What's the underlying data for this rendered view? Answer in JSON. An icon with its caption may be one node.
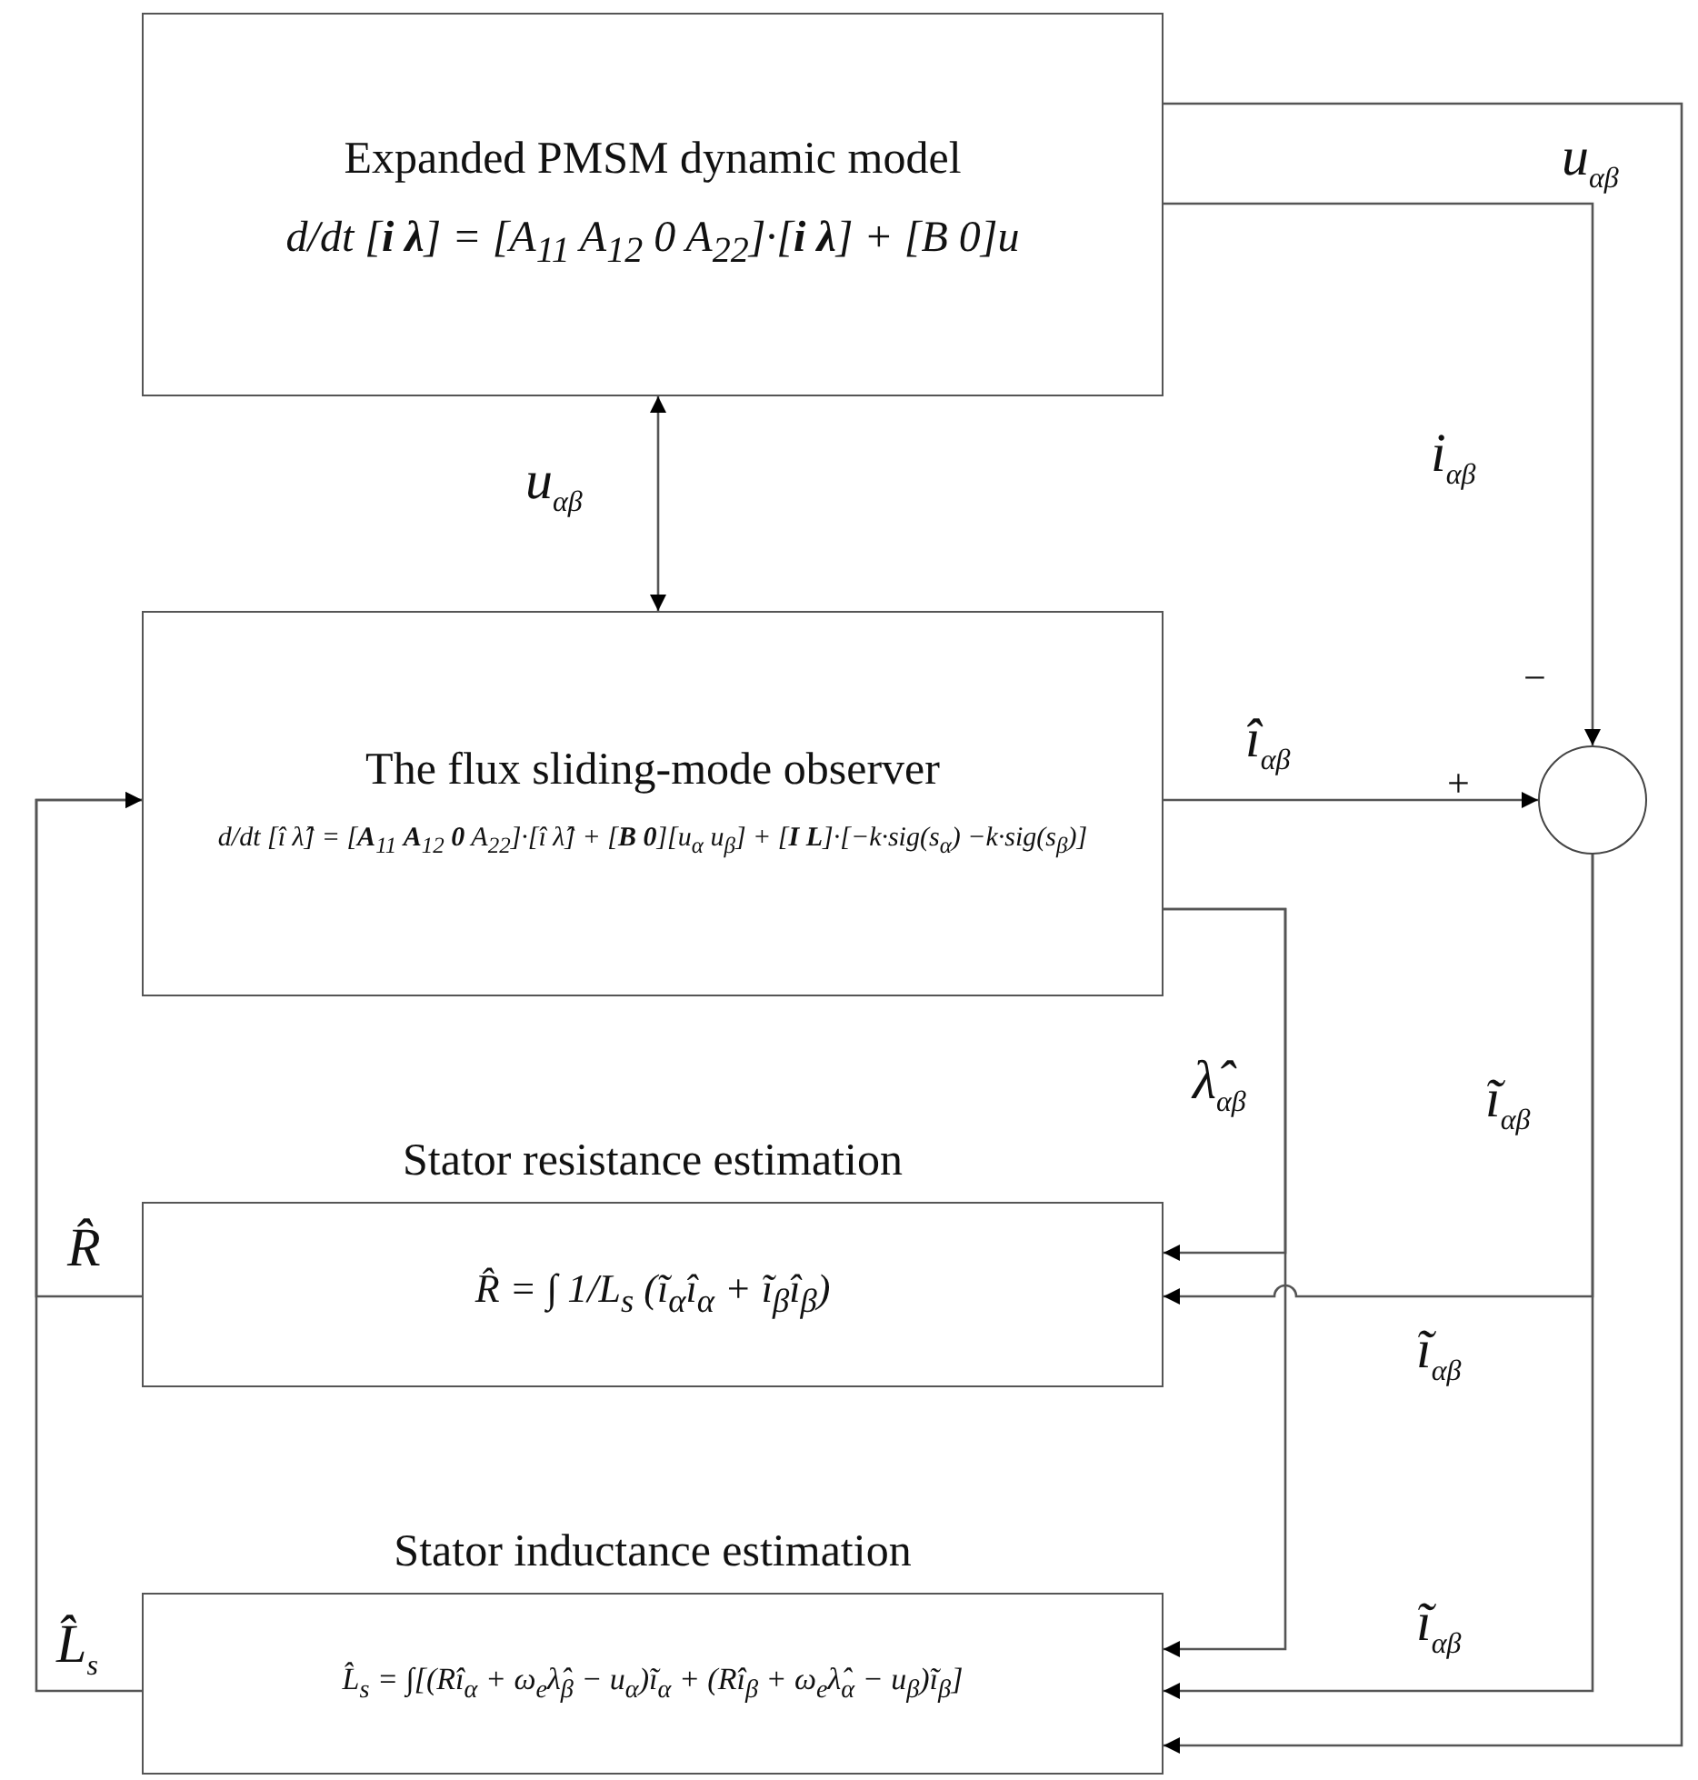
{
  "diagram": {
    "nodes": [
      {
        "text": [
          "Expanded PMSM dynamic model",
          "d/dt [**i** **λ**] = [A$_{11}$ A$_{12}$ 0 A$_{22}$]·[**i** **λ**] + [B 0]u"
        ]
      },
      {
        "text": [
          "The flux sliding-mode observer",
          "d/dt [î λ̂] = [**A**$_{11}$ **A**$_{12}$ **0** A$_{22}$]·[î λ̂] + [**B** **0**][u$_{α}$ u$_{β}$] + [**I** **L**]·[−k·sig(s$_{α}$) −k·sig(s$_{β}$)]"
        ]
      },
      {
        "text": [
          "Stator resistance estimation",
          "R̂ = ∫ 1/L$_{s}$ (ĩ$_{α}$î$_{α}$ + ĩ$_{β}$î$_{β}$)"
        ]
      },
      {
        "text": [
          "Stator inductance estimation",
          "L̂$_{s}$ = ∫[(Rî$_{α}$ + ω$_{e}$λ̂$_{β}$ − u$_{α}$)ĩ$_{α}$ + (Rî$_{β}$ + ω$_{e}$λ̂$_{α}$ − u$_{β}$)ĩ$_{β}$]"
        ]
      },
      {
        "text": [],
        "shape": "circle",
        "beside": [
          "−",
          "+"
        ]
      }
    ],
    "edges": [
      {
        "from": 0,
        "to": 1,
        "arrow": "both",
        "label": "u$_{αβ}$"
      },
      {
        "from": 0,
        "to": 3,
        "arrow": "to",
        "label": "u$_{αβ}$"
      },
      {
        "from": 0,
        "to": 4,
        "arrow": "to",
        "label": "i$_{αβ}$"
      },
      {
        "from": 1,
        "to": 4,
        "arrow": "to",
        "label": "î$_{αβ}$"
      },
      {
        "from": 1,
        "to": 2,
        "arrow": "to",
        "label": "λ̂$_{αβ}$"
      },
      {
        "from": 1,
        "to": 3,
        "arrow": "to"
      },
      {
        "from": 4,
        "to": 2,
        "arrow": "to",
        "label": "ĩ$_{αβ}$"
      },
      {
        "from": 4,
        "to": 3,
        "arrow": "to",
        "label": "ĩ$_{αβ}$"
      },
      {
        "from": 2,
        "to": 1,
        "arrow": "to",
        "label": "R̂"
      },
      {
        "from": 3,
        "to": 1,
        "arrow": "to",
        "label": "L̂$_{s}$"
      }
    ],
    "labels": [
      "ĩ$_{αβ}$"
    ]
  }
}
